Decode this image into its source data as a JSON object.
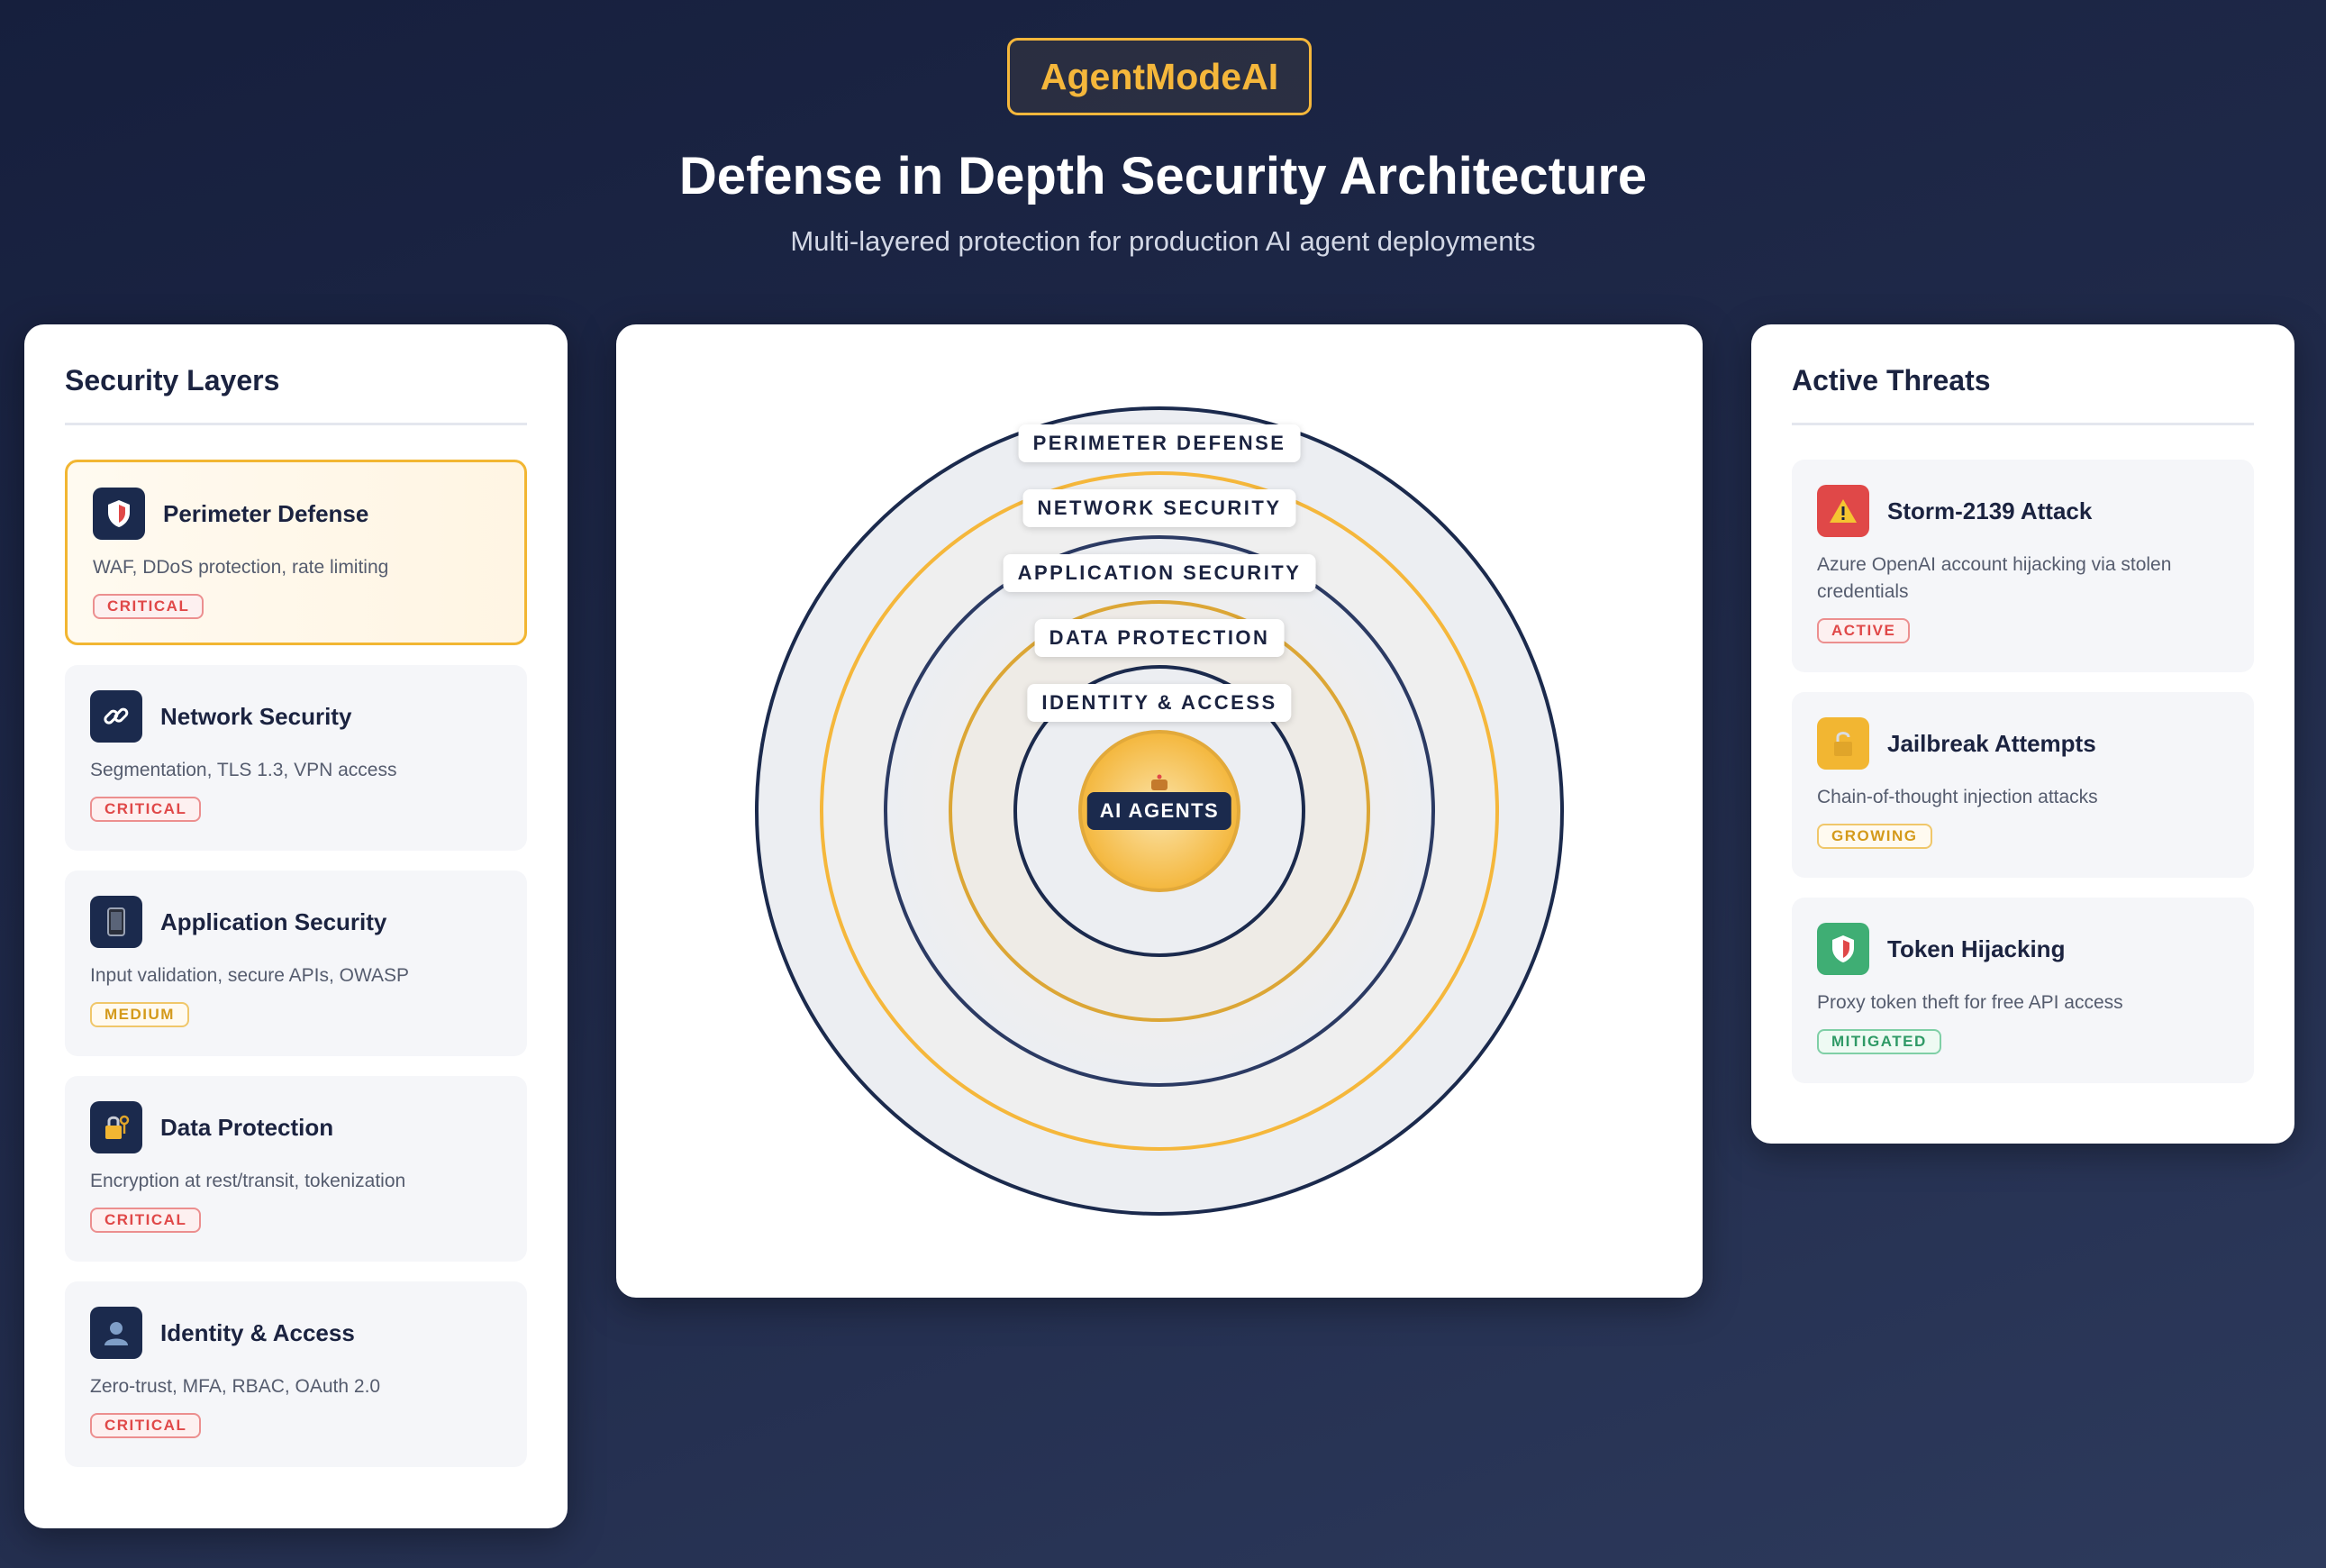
{
  "brand": {
    "label": "AgentModeAI"
  },
  "header": {
    "title": "Defense in Depth Security Architecture",
    "subtitle": "Multi-layered protection for production AI agent deployments"
  },
  "layers_panel": {
    "heading": "Security Layers",
    "items": [
      {
        "title": "Perimeter Defense",
        "description": "WAF, DDoS protection, rate limiting",
        "severity": "CRITICAL",
        "icon": "shield-icon",
        "highlighted": true
      },
      {
        "title": "Network Security",
        "description": "Segmentation, TLS 1.3, VPN access",
        "severity": "CRITICAL",
        "icon": "link-icon"
      },
      {
        "title": "Application Security",
        "description": "Input validation, secure APIs, OWASP",
        "severity": "MEDIUM",
        "icon": "phone-icon"
      },
      {
        "title": "Data Protection",
        "description": "Encryption at rest/transit, tokenization",
        "severity": "CRITICAL",
        "icon": "lock-key-icon"
      },
      {
        "title": "Identity & Access",
        "description": "Zero-trust, MFA, RBAC, OAuth 2.0",
        "severity": "CRITICAL",
        "icon": "user-icon"
      }
    ]
  },
  "diagram": {
    "rings": [
      {
        "label": "PERIMETER DEFENSE"
      },
      {
        "label": "NETWORK SECURITY"
      },
      {
        "label": "APPLICATION SECURITY"
      },
      {
        "label": "DATA PROTECTION"
      },
      {
        "label": "IDENTITY & ACCESS"
      }
    ],
    "core": {
      "label": "AI AGENTS",
      "icon": "robot-icon"
    },
    "colors": {
      "navy": "#1b2a4d",
      "gold": "#f5b73b",
      "gold_dark": "#dca635"
    }
  },
  "threats_panel": {
    "heading": "Active Threats",
    "items": [
      {
        "title": "Storm-2139 Attack",
        "description": "Azure OpenAI account hijacking via stolen credentials",
        "status": "ACTIVE",
        "icon": "warning-icon",
        "color": "#e04848"
      },
      {
        "title": "Jailbreak Attempts",
        "description": "Chain-of-thought injection attacks",
        "status": "GROWING",
        "icon": "unlock-icon",
        "color": "#f2b632"
      },
      {
        "title": "Token Hijacking",
        "description": "Proxy token theft for free API access",
        "status": "MITIGATED",
        "icon": "shield-icon",
        "color": "#3fae74"
      }
    ]
  }
}
